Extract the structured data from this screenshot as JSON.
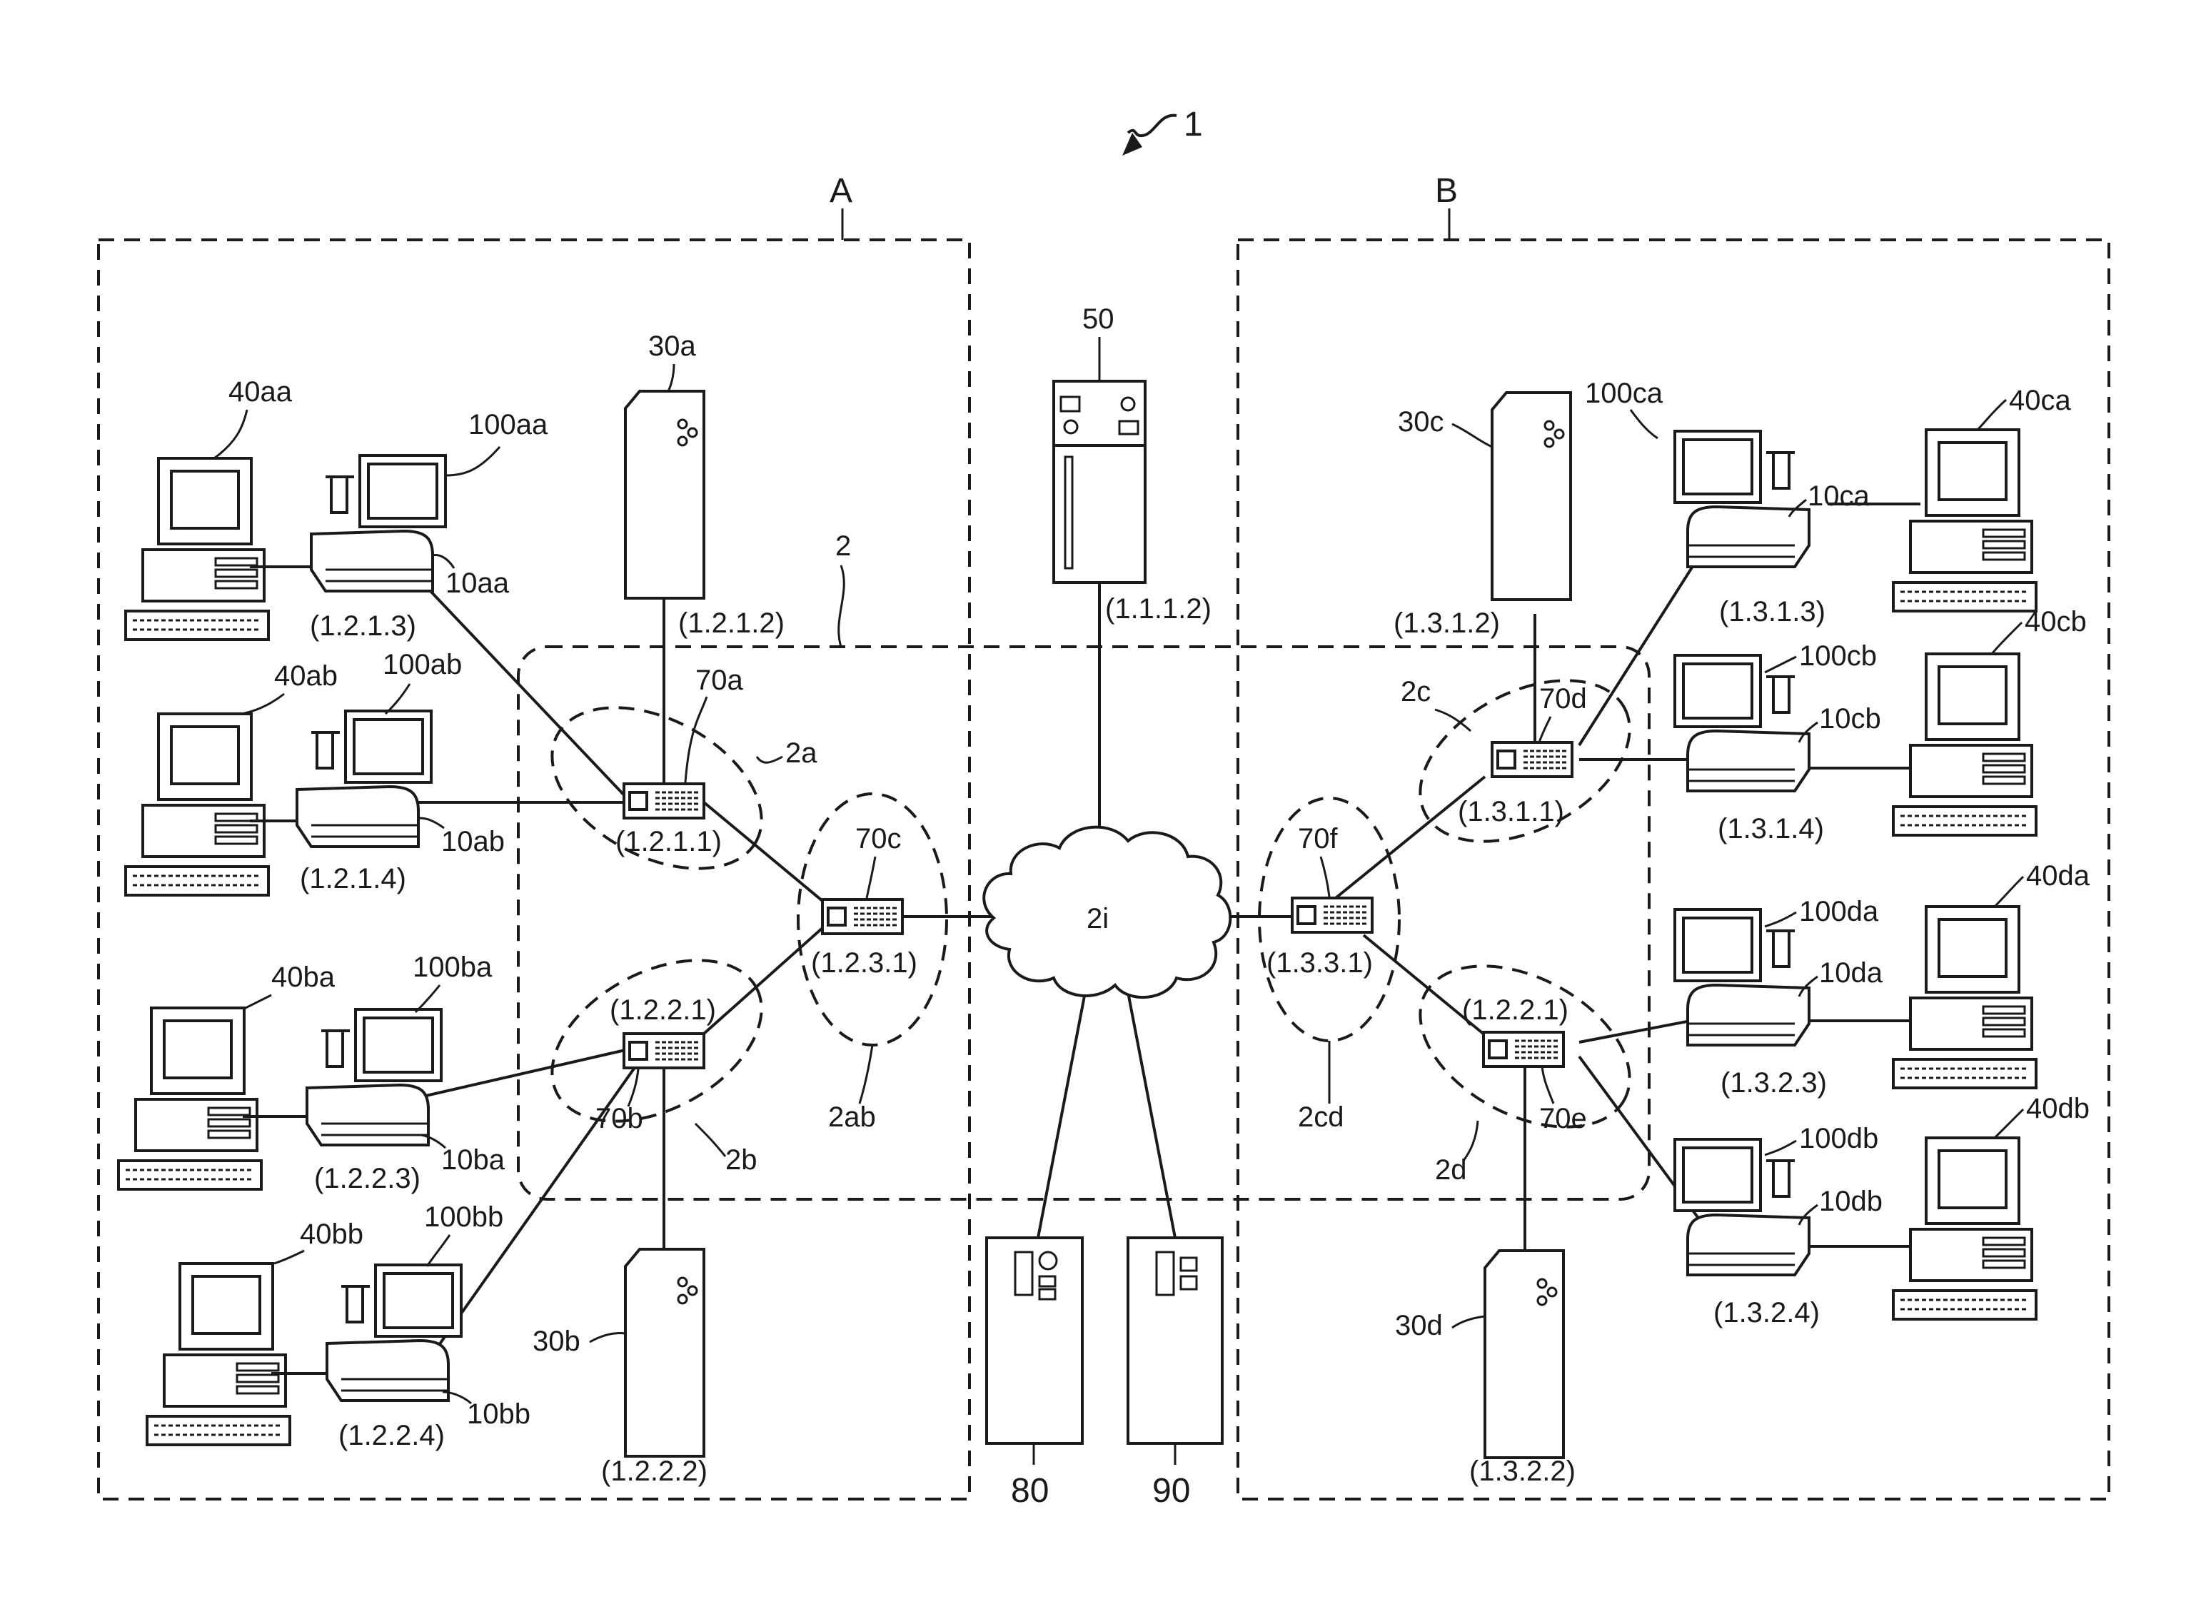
{
  "figure_label": "1",
  "regions": [
    {
      "id": "A",
      "label": "A"
    },
    {
      "id": "B",
      "label": "B"
    }
  ],
  "network_label": "2",
  "internet_label": "2i",
  "subnets": {
    "s2a": "2a",
    "s2b": "2b",
    "s2c": "2c",
    "s2d": "2d",
    "s2ab": "2ab",
    "s2cd": "2cd"
  },
  "routers": {
    "r70a": {
      "label": "70a",
      "addr": "(1.2.1.1)"
    },
    "r70b": {
      "label": "70b",
      "addr": "(1.2.2.1)"
    },
    "r70c": {
      "label": "70c",
      "addr": "(1.2.3.1)"
    },
    "r70d": {
      "label": "70d",
      "addr": "(1.3.1.1)"
    },
    "r70e": {
      "label": "70e",
      "addr": "(1.2.2.1)"
    },
    "r70f": {
      "label": "70f",
      "addr": "(1.3.3.1)"
    }
  },
  "servers": {
    "s30a": {
      "label": "30a",
      "addr": "(1.2.1.2)"
    },
    "s30b": {
      "label": "30b",
      "addr": "(1.2.2.2)"
    },
    "s30c": {
      "label": "30c",
      "addr": "(1.3.1.2)"
    },
    "s30d": {
      "label": "30d",
      "addr": "(1.3.2.2)"
    },
    "s50": {
      "label": "50",
      "addr": "(1.1.1.2)"
    },
    "s80": {
      "label": "80"
    },
    "s90": {
      "label": "90"
    }
  },
  "stations": {
    "aa": {
      "pc": "40aa",
      "panel": "100aa",
      "printer": "10aa",
      "addr": "(1.2.1.3)"
    },
    "ab": {
      "pc": "40ab",
      "panel": "100ab",
      "printer": "10ab",
      "addr": "(1.2.1.4)"
    },
    "ba": {
      "pc": "40ba",
      "panel": "100ba",
      "printer": "10ba",
      "addr": "(1.2.2.3)"
    },
    "bb": {
      "pc": "40bb",
      "panel": "100bb",
      "printer": "10bb",
      "addr": "(1.2.2.4)"
    },
    "ca": {
      "pc": "40ca",
      "panel": "100ca",
      "printer": "10ca",
      "addr": "(1.3.1.3)"
    },
    "cb": {
      "pc": "40cb",
      "panel": "100cb",
      "printer": "10cb",
      "addr": "(1.3.1.4)"
    },
    "da": {
      "pc": "40da",
      "panel": "100da",
      "printer": "10da",
      "addr": "(1.3.2.3)"
    },
    "db": {
      "pc": "40db",
      "panel": "100db",
      "printer": "10db",
      "addr": "(1.3.2.4)"
    }
  }
}
